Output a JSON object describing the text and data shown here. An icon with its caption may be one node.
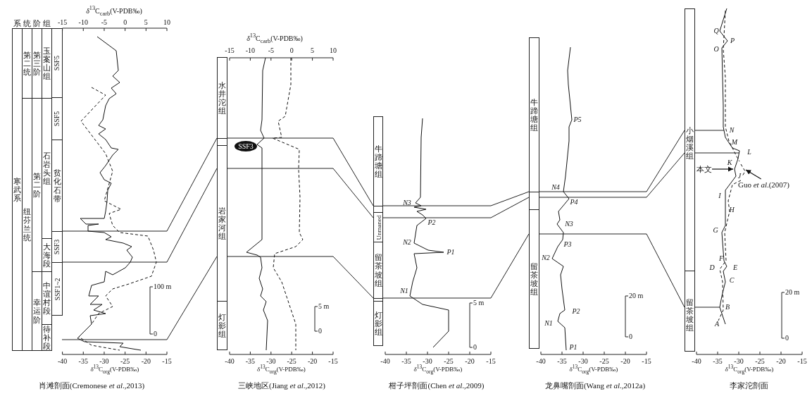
{
  "diagram": {
    "nodes": [
      {
        "text": [
          "寒武系"
        ]
      },
      {
        "text": [
          "第二统"
        ]
      },
      {
        "text": [
          "纽芬兰统"
        ]
      },
      {
        "text": [
          "第三阶"
        ]
      },
      {
        "text": [
          "第二阶"
        ]
      },
      {
        "text": [
          "幸运阶"
        ]
      },
      {
        "text": [
          "玉案山组"
        ]
      },
      {
        "text": [
          "石岩头组"
        ]
      },
      {
        "text": [
          "大海段"
        ]
      },
      {
        "text": [
          "中谊村段"
        ]
      },
      {
        "text": [
          "待补段"
        ]
      },
      {
        "text": [
          "SSF5"
        ]
      },
      {
        "text": [
          "SSF5"
        ]
      },
      {
        "text": [
          "贫化石带"
        ]
      },
      {
        "text": [
          "SSF3"
        ]
      },
      {
        "text": [
          "SSF1~2"
        ]
      },
      {
        "text": [
          "水井沱组"
        ]
      },
      {
        "text": [],
        "shape": "box"
      },
      {
        "text": [
          "岩家河组"
        ]
      },
      {
        "text": [
          "灯影组"
        ]
      },
      {
        "text": [
          "SSF3"
        ]
      },
      {
        "text": [
          "牛蹄塘组"
        ]
      },
      {
        "text": [],
        "shape": "box"
      },
      {
        "text": [
          "Unmaned"
        ]
      },
      {
        "text": [
          "留茶坡组"
        ]
      },
      {
        "text": [],
        "shape": "box"
      },
      {
        "text": [
          "灯影组"
        ]
      },
      {
        "text": [
          "牛蹄塘组"
        ]
      },
      {
        "text": [],
        "shape": "box"
      },
      {
        "text": [
          "留茶坡组"
        ]
      },
      {
        "text": [
          "小烟溪组"
        ]
      },
      {
        "text": [
          "留茶坡组"
        ]
      },
      {
        "text": [
          "本文"
        ]
      },
      {
        "text": [
          "Guo *et al*.(2007)"
        ]
      },
      {
        "text": [],
        "shape": "curve"
      },
      {
        "text": [],
        "shape": "curve"
      }
    ],
    "edges": [
      {
        "from": 32,
        "to": 34,
        "arrow": "to"
      },
      {
        "from": 33,
        "to": 35,
        "arrow": "to"
      }
    ],
    "labels": [
      "*δ*$^{13}$C$_{carb}$(V-PDB‰)",
      "系",
      "统",
      "阶",
      "组",
      "-15",
      "-10",
      "-5",
      "0",
      "5",
      "10",
      "*δ*$^{13}$C$_{carb}$(V-PDB‰)",
      "-15",
      "-10",
      "-5",
      "0",
      "5",
      "10",
      "5 m",
      "0",
      "100 m",
      "0",
      "N3",
      "P2",
      "N2",
      "P1",
      "N1",
      "5 m",
      "0",
      "P5",
      "N4",
      "P4",
      "N3",
      "P3",
      "N2",
      "P2",
      "N1",
      "P1",
      "20 m",
      "0",
      "Q",
      "P",
      "O",
      "N",
      "M",
      "L",
      "K",
      "J",
      "I",
      "H",
      "G",
      "F",
      "D",
      "E",
      "C",
      "B",
      "A",
      "20 m",
      "0",
      "-40",
      "-35",
      "-30",
      "-25",
      "-20",
      "-15",
      "-40",
      "-35",
      "-30",
      "-25",
      "-20",
      "-15",
      "-40",
      "-35",
      "-30",
      "-25",
      "-20",
      "-15",
      "-40",
      "-35",
      "-30",
      "-25",
      "-20",
      "-15",
      "-40",
      "-35",
      "-30",
      "-25",
      "-20",
      "-15",
      "*δ*$^{13}$C$_{org}$(V-PDB‰)",
      "*δ*$^{13}$C$_{org}$(V-PDB‰)",
      "*δ*$^{13}$C$_{org}$(V-PDB‰)",
      "*δ*$^{13}$C$_{org}$(V-PDB‰)",
      "*δ*$^{13}$C$_{org}$(V-PDB‰)",
      "肖滩剖面(Cremonese *et al*.,2013)",
      "三峡地区(Jiang *et al*.,2012)",
      "柑子坪剖面(Chen *et al*.,2009)",
      "龙鼻嘴剖面(Wang *et al*.,2012a)",
      "李家沱剖面"
    ]
  }
}
